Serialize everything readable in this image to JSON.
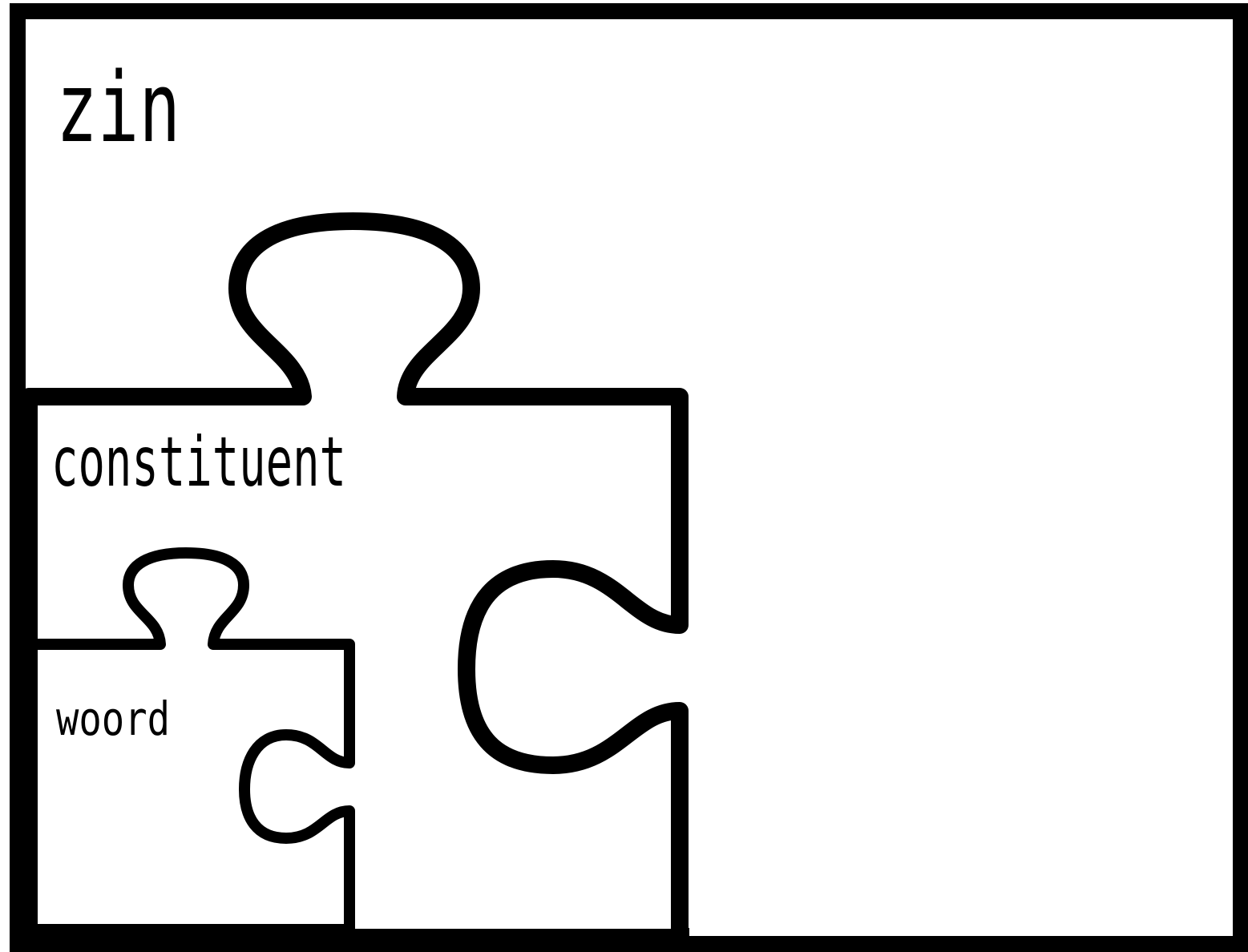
{
  "labels": {
    "outer": "zin",
    "middle": "constituent",
    "inner": "woord"
  },
  "colors": {
    "stroke": "#000000",
    "background": "#ffffff"
  }
}
